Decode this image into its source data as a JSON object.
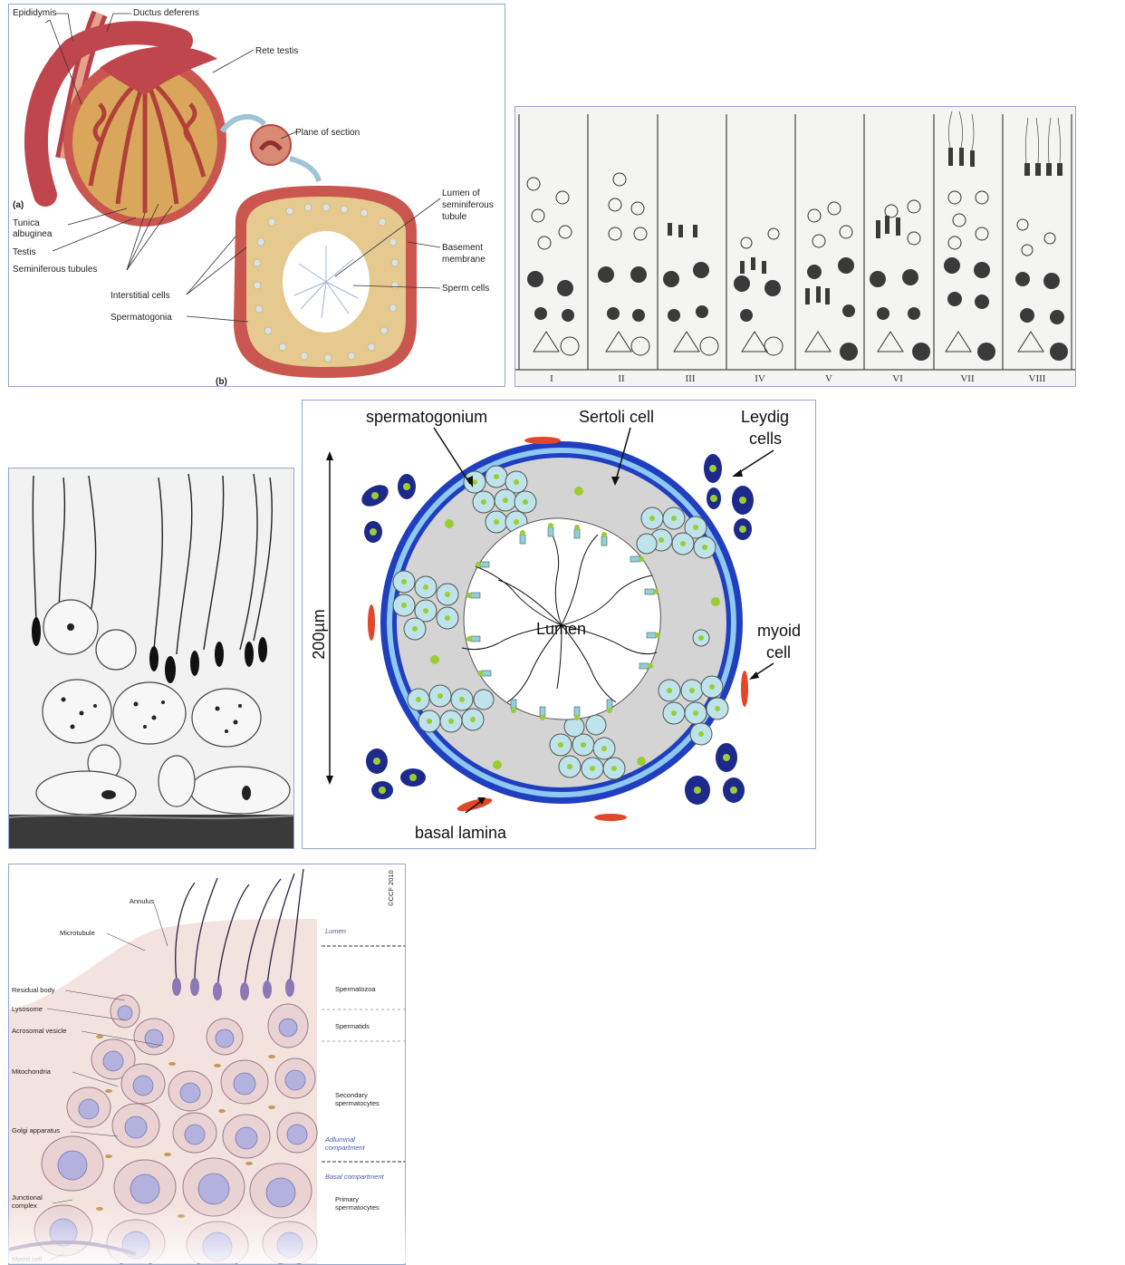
{
  "figure1": {
    "labels": {
      "epididymis": "Epididymis",
      "ductus_deferens": "Ductus deferens",
      "rete_testis": "Rete testis",
      "plane_of_section": "Plane of section",
      "part_a": "(a)",
      "part_b": "(b)",
      "tunica_albuginea_1": "Tunica",
      "tunica_albuginea_2": "albuginea",
      "testis": "Testis",
      "seminiferous_tubules": "Seminiferous tubules",
      "lumen_1": "Lumen of",
      "lumen_2": "seminiferous",
      "lumen_3": "tubule",
      "basement_1": "Basement",
      "basement_2": "membrane",
      "sperm_cells": "Sperm cells",
      "interstitial_cells": "Interstitial cells",
      "spermatogonia": "Spermatogonia"
    }
  },
  "figure2": {
    "stages": [
      "I",
      "II",
      "III",
      "IV",
      "V",
      "VI",
      "VII",
      "VIII"
    ]
  },
  "figure4": {
    "labels": {
      "spermatogonium": "spermatogonium",
      "sertoli_cell": "Sertoli cell",
      "leydig_1": "Leydig",
      "leydig_2": "cells",
      "lumen": "Lumen",
      "myoid_1": "myoid",
      "myoid_2": "cell",
      "basal_lamina": "basal lamina",
      "scale": "200µm"
    },
    "colors": {
      "outer_ring": "#1f3fbf",
      "leydig": "#1d2a8c",
      "nucleus": "#9acd32",
      "cell_fill": "#bfe3ea",
      "sertoli_fill": "#d4d4d4",
      "myoid": "#e2472a"
    }
  },
  "figure5": {
    "copyright": "©CCF 2010",
    "left_labels": {
      "annulus": "Annulus",
      "microtubule": "Microtubule",
      "residual_body": "Residual body",
      "lysosome": "Lysosome",
      "acrosomal_vesicle": "Acrosomal vesicle",
      "mitochondria": "Mitochondria",
      "golgi": "Golgi apparatus",
      "junctional_1": "Junctional",
      "junctional_2": "complex",
      "myoid": "Myoid cell"
    },
    "right_labels": {
      "lumen": "Lumen",
      "spermatozoa": "Spermatozoa",
      "spermatids": "Spermatids",
      "secondary_1": "Secondary",
      "secondary_2": "spermatocytes",
      "adluminal_1": "Adluminal",
      "adluminal_2": "compartment",
      "basal": "Basal compartment",
      "primary_1": "Primary",
      "primary_2": "spermatocytes"
    }
  }
}
